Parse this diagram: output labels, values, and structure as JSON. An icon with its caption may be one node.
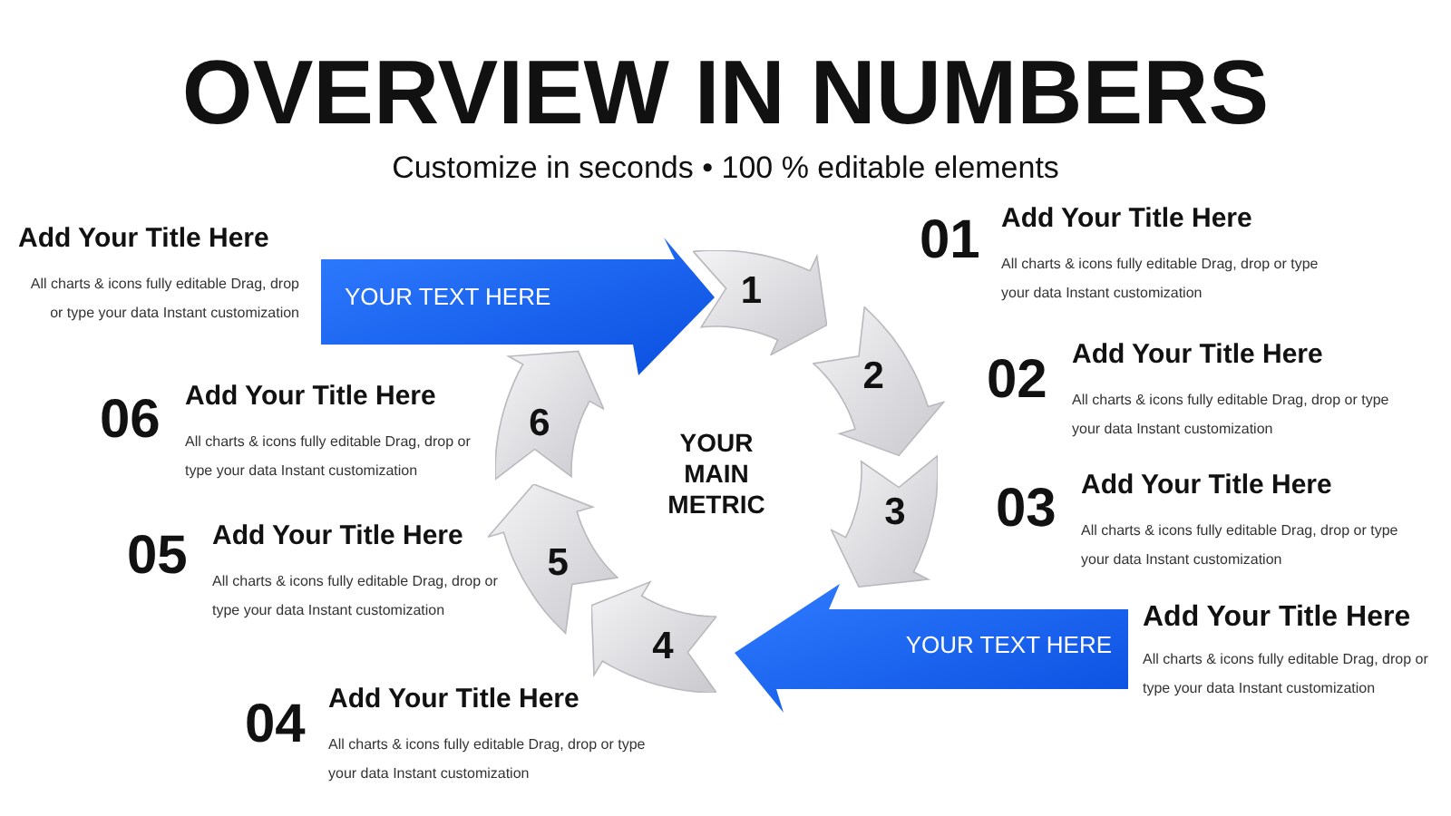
{
  "diagram": {
    "title": "OVERVIEW IN NUMBERS",
    "nodes": [
      {
        "text": [
          "YOUR TEXT HERE"
        ]
      },
      {
        "text": [
          "1"
        ]
      },
      {
        "text": [
          "2"
        ]
      },
      {
        "text": [
          "3"
        ]
      },
      {
        "text": [
          "4"
        ]
      },
      {
        "text": [
          "5"
        ]
      },
      {
        "text": [
          "6"
        ]
      },
      {
        "text": [
          "YOUR MAIN METRIC"
        ]
      },
      {
        "text": [
          "YOUR TEXT HERE"
        ]
      }
    ],
    "labels": [
      "Customize in seconds • 100 % editable elements",
      "01",
      "Add Your Title Here",
      "All charts & icons fully editable Drag, drop or type your data Instant customization",
      "Add Your Title Here",
      "All charts & icons fully editable Drag, drop or type your data Instant customization",
      "02",
      "Add Your Title Here",
      "All charts & icons fully editable Drag, drop or type your data Instant customization",
      "06",
      "Add Your Title Here",
      "All charts & icons fully editable Drag, drop or type your data Instant customization",
      "03",
      "Add Your Title Here",
      "All charts & icons fully editable Drag, drop or type your data Instant customization",
      "05",
      "Add Your Title Here",
      "All charts & icons fully editable Drag, drop or type your data Instant customization",
      "Add Your Title Here",
      "All charts & icons fully editable Drag, drop or type your data Instant customization",
      "04",
      "Add Your Title Here",
      "All charts & icons fully editable Drag, drop or type your data Instant customization"
    ]
  }
}
